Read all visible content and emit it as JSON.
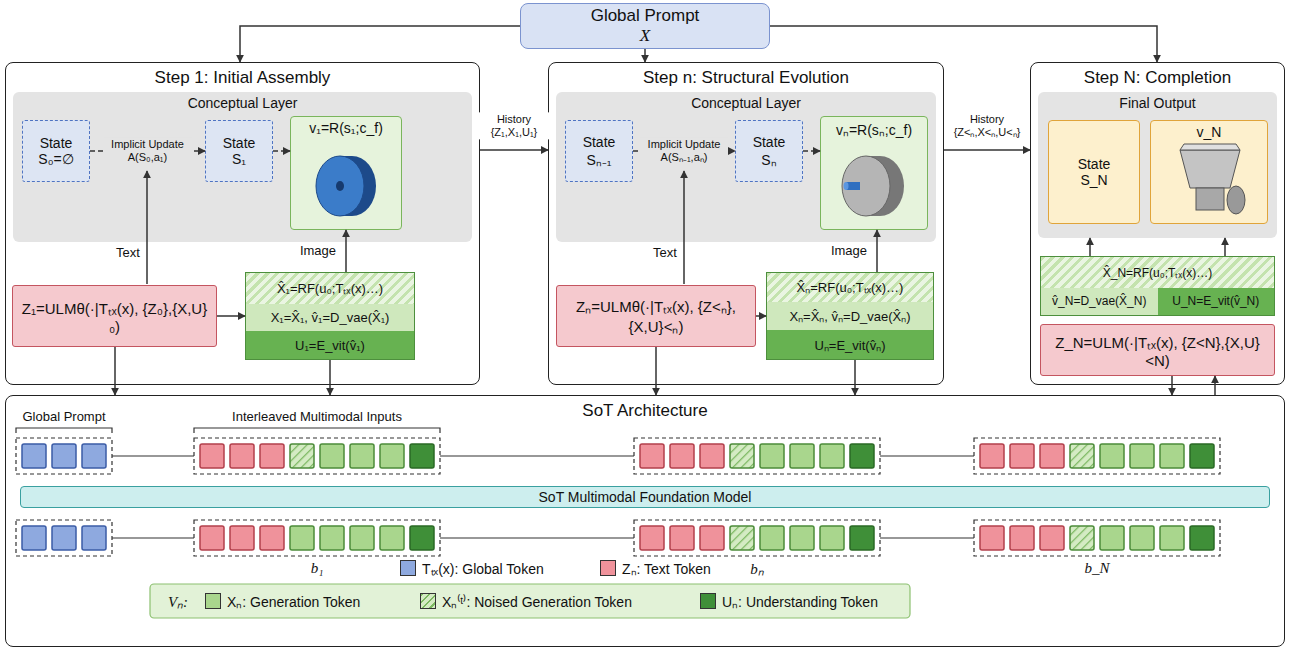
{
  "diagram": {
    "nodes": [
      {
        "text": [
          "Global Prompt",
          "X"
        ]
      },
      {
        "text": [
          "Step 1: Initial Assembly"
        ]
      },
      {
        "text": [
          "Conceptual Layer"
        ],
        "in": 1
      },
      {
        "text": [
          "State",
          "S₀=∅"
        ],
        "in": 2
      },
      {
        "text": [
          "State",
          "S₁"
        ],
        "in": 2
      },
      {
        "text": [
          "v₁=R(s₁;c_f)"
        ],
        "in": 2
      },
      {
        "text": [
          "Z₁=ULMθ(·|Tₜₓ(x), {Z₀},{X,U}₀)"
        ],
        "in": 1
      },
      {
        "text": [
          "X̂₁=RF(u₀;Tₜₓ(x)…)",
          "X₁=X̂₁, v̂₁=D_vae(X̂₁)",
          "U₁=E_vit(v̂₁)"
        ],
        "in": 1
      },
      {
        "text": [
          "Step n: Structural Evolution"
        ]
      },
      {
        "text": [
          "Conceptual Layer"
        ],
        "in": 8
      },
      {
        "text": [
          "State",
          "Sₙ₋₁"
        ],
        "in": 9
      },
      {
        "text": [
          "State",
          "Sₙ"
        ],
        "in": 9
      },
      {
        "text": [
          "vₙ=R(sₙ;c_f)"
        ],
        "in": 9
      },
      {
        "text": [
          "Zₙ=ULMθ(·|Tₜₓ(x), {Z<ₙ},{X,U}<ₙ)"
        ],
        "in": 8
      },
      {
        "text": [
          "X̂ₙ=RF(u₀;Tₜₓ(x)…)",
          "Xₙ=X̂ₙ, v̂ₙ=D_vae(X̂ₙ)",
          "Uₙ=E_vit(v̂ₙ)"
        ],
        "in": 8
      },
      {
        "text": [
          "Step N: Completion"
        ]
      },
      {
        "text": [
          "Final Output"
        ],
        "in": 15
      },
      {
        "text": [
          "State",
          "S_N"
        ],
        "in": 16
      },
      {
        "text": [
          "v_N"
        ],
        "in": 16
      },
      {
        "text": [
          "X̂_N=RF(u₀;Tₜₓ(x)…)",
          "v̂_N=D_vae(X̂_N)",
          "U_N=E_vit(v̂_N)"
        ],
        "in": 15
      },
      {
        "text": [
          "Z_N=ULM(·|Tₜₓ(x), {Z<N},{X,U}<N)"
        ],
        "in": 15
      },
      {
        "text": [
          "SoT Architecture"
        ]
      },
      {
        "text": [
          "SoT Multimodal Foundation Model"
        ],
        "in": 21
      }
    ],
    "edges": [
      {
        "from": 0,
        "to": 1,
        "arrow": "to"
      },
      {
        "from": 0,
        "to": 8,
        "arrow": "to"
      },
      {
        "from": 0,
        "to": 15,
        "arrow": "to"
      },
      {
        "from": 3,
        "to": 4,
        "label": "Implicit Update A(S₀,a₁)",
        "arrow": "to"
      },
      {
        "from": 4,
        "to": 5,
        "arrow": "to"
      },
      {
        "from": 6,
        "to": 7,
        "arrow": "to"
      },
      {
        "from": 7,
        "to": 5,
        "label": "Image",
        "arrow": "to"
      },
      {
        "from": 1,
        "to": 8,
        "label": "History {Z₁,X₁,U₁}",
        "arrow": "to"
      },
      {
        "from": 6,
        "to": 21,
        "arrow": "to"
      },
      {
        "from": 7,
        "to": 21,
        "arrow": "to"
      },
      {
        "from": 10,
        "to": 11,
        "label": "Implicit Update A(Sₙ₋₁,aₙ)",
        "arrow": "to"
      },
      {
        "from": 11,
        "to": 12,
        "arrow": "to"
      },
      {
        "from": 13,
        "to": 14,
        "arrow": "to"
      },
      {
        "from": 14,
        "to": 12,
        "label": "Image",
        "arrow": "to"
      },
      {
        "from": 8,
        "to": 15,
        "label": "History {Z<ₙ,X<ₙ,U<ₙ}",
        "arrow": "to"
      },
      {
        "from": 13,
        "to": 21,
        "arrow": "to"
      },
      {
        "from": 14,
        "to": 21,
        "arrow": "to"
      },
      {
        "from": 19,
        "to": 16,
        "arrow": "to"
      },
      {
        "from": 19,
        "to": 16,
        "arrow": "to"
      },
      {
        "from": 20,
        "to": 21,
        "arrow": "to"
      },
      {
        "from": 21,
        "to": 20,
        "arrow": "to"
      }
    ],
    "labels": [
      "Text",
      "Text",
      "Global Prompt",
      "Interleaved Multimodal Inputs",
      "b₁",
      "bₙ",
      "b_N",
      "Vₙ:"
    ],
    "legend": [
      {
        "text": "Tₜₓ(x): Global Token",
        "color": "#8ea9df"
      },
      {
        "text": "Zₙ: Text Token",
        "color": "#ef929b"
      },
      {
        "text": "Xₙ: Generation Token",
        "color": "#a9d68d"
      },
      {
        "text": "Xₙ⁽ᵗ⁾: Noised Generation Token"
      },
      {
        "text": "Uₙ: Understanding Token",
        "color": "#3f8f38"
      }
    ]
  }
}
